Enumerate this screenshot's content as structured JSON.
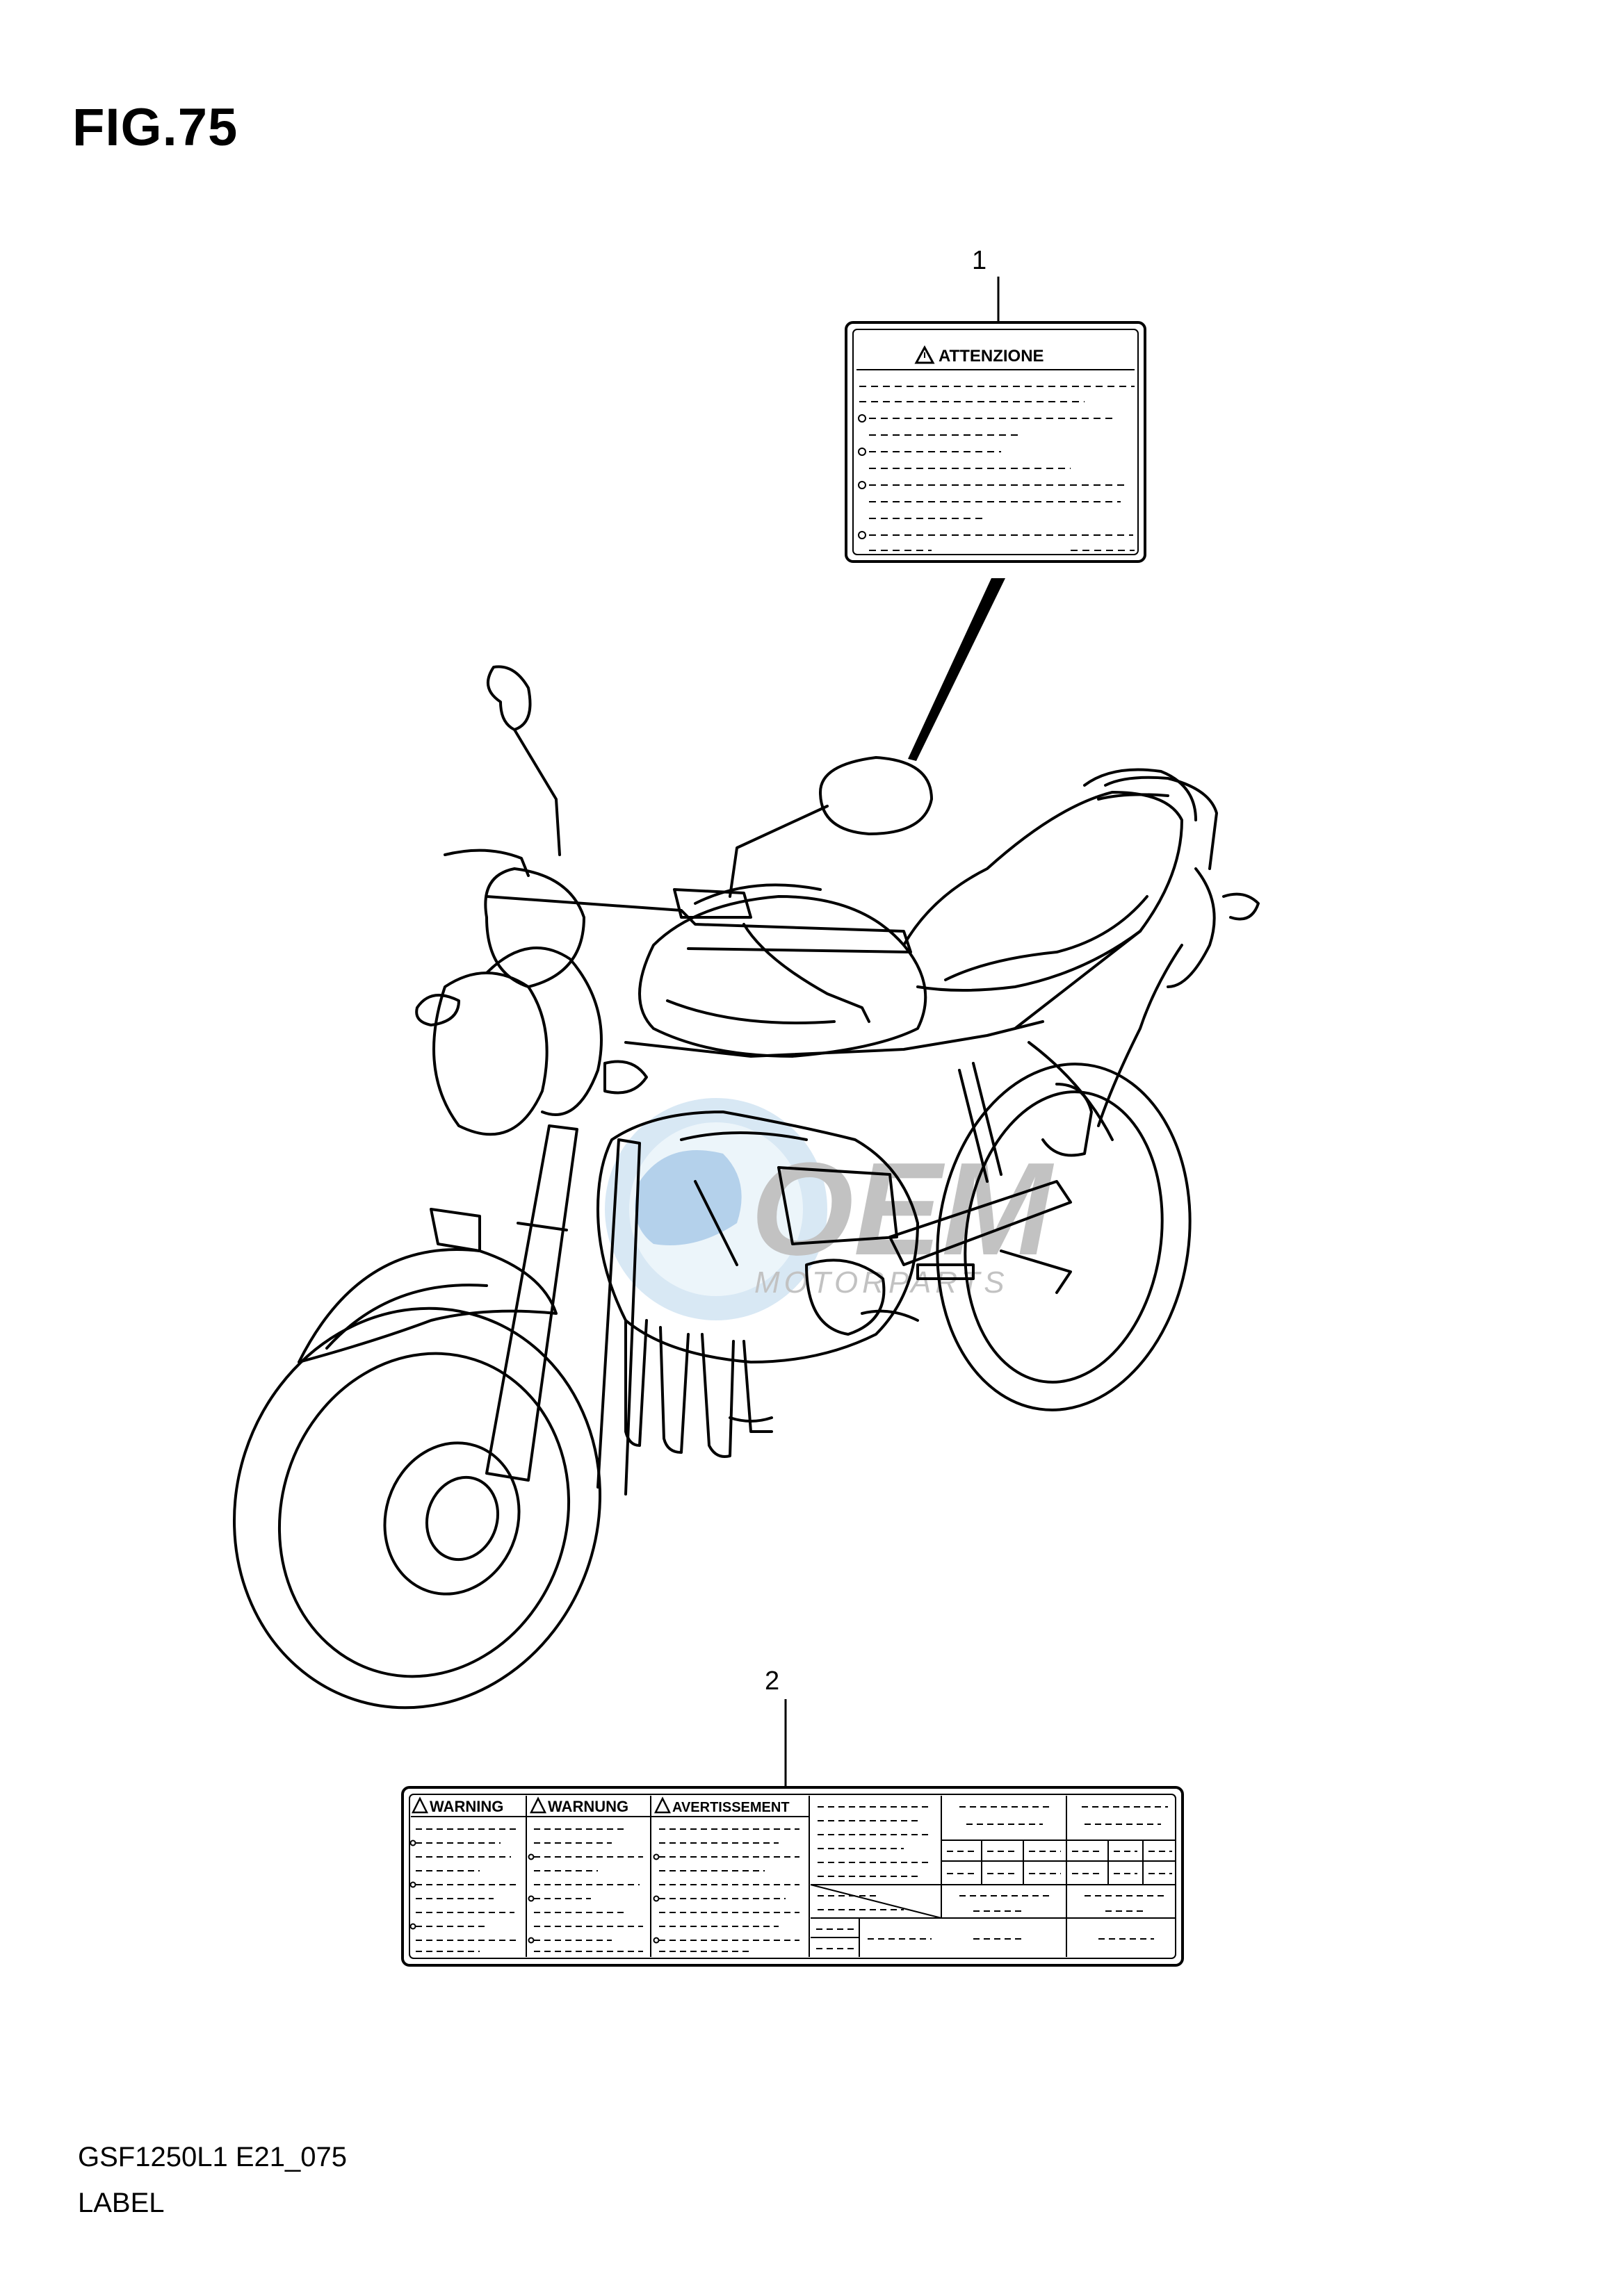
{
  "figure": {
    "title": "FIG.75",
    "model_code": "GSF1250L1 E21_075",
    "section_name": "LABEL"
  },
  "callouts": [
    {
      "number": "1"
    },
    {
      "number": "2"
    }
  ],
  "label_1": {
    "header": "ATTENZIONE",
    "icon": "warning-triangle-icon"
  },
  "label_2": {
    "headers": [
      "WARNING",
      "WARNUNG",
      "AVERTISSEMENT"
    ],
    "icon": "warning-triangle-icon"
  },
  "watermark": {
    "brand": "OEM",
    "sub": "MOTORPARTS"
  },
  "colors": {
    "line": "#000000",
    "watermark_blue": "#5b9bd5"
  }
}
